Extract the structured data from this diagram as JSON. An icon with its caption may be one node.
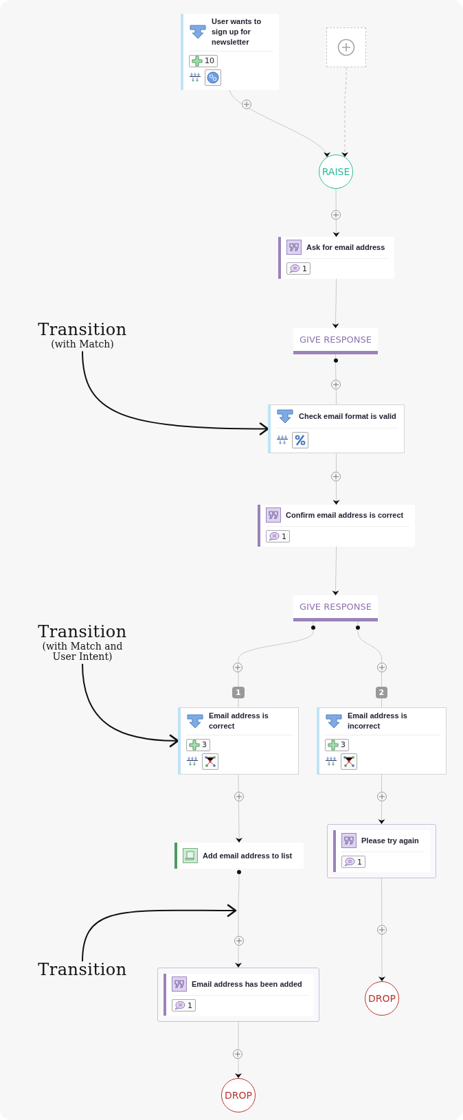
{
  "diagram": {
    "nodes": [
      {
        "text": [
          "User wants to sign up for newsletter",
          "10"
        ]
      },
      {
        "text": [],
        "shape": "box"
      },
      {
        "text": [
          "RAISE"
        ]
      },
      {
        "text": [
          "Ask for email address",
          "1"
        ]
      },
      {
        "text": [
          "GIVE RESPONSE"
        ]
      },
      {
        "text": [
          "Check email format is valid"
        ]
      },
      {
        "text": [
          "Confirm email address is correct",
          "1"
        ]
      },
      {
        "text": [
          "GIVE RESPONSE"
        ]
      },
      {
        "text": [
          "Email address is correct",
          "3"
        ],
        "beside": [
          "1"
        ]
      },
      {
        "text": [
          "Email address is incorrect",
          "3"
        ],
        "beside": [
          "2"
        ]
      },
      {
        "text": [
          "Add email address to list"
        ]
      },
      {
        "text": [
          "Please try again",
          "1"
        ]
      },
      {
        "text": [
          "Email address has been added",
          "1"
        ]
      },
      {
        "text": [
          "DROP"
        ]
      },
      {
        "text": [
          "DROP"
        ]
      },
      {
        "text": [
          "Transition",
          "(with Match)"
        ]
      },
      {
        "text": [
          "Transition",
          "(with Match and User Intent)"
        ]
      },
      {
        "text": [
          "Transition"
        ]
      }
    ],
    "edges": [
      {
        "from": 0,
        "to": 2,
        "arrow": "to"
      },
      {
        "from": 1,
        "to": 2,
        "arrow": "to",
        "style": "dashed"
      },
      {
        "from": 2,
        "to": 3,
        "arrow": "to"
      },
      {
        "from": 3,
        "to": 4,
        "arrow": "to"
      },
      {
        "from": 4,
        "to": 5,
        "arrow": "none"
      },
      {
        "from": 5,
        "to": 6,
        "arrow": "to"
      },
      {
        "from": 6,
        "to": 7,
        "arrow": "to"
      },
      {
        "from": 7,
        "to": 8,
        "arrow": "none"
      },
      {
        "from": 7,
        "to": 9,
        "arrow": "none"
      },
      {
        "from": 8,
        "to": 10,
        "arrow": "to"
      },
      {
        "from": 9,
        "to": 11,
        "arrow": "to"
      },
      {
        "from": 10,
        "to": 12,
        "arrow": "to"
      },
      {
        "from": 11,
        "to": 13,
        "arrow": "to"
      },
      {
        "from": 12,
        "to": 14,
        "arrow": "to"
      },
      {
        "from": 15,
        "to": 5,
        "arrow": "to",
        "color": "#111111"
      },
      {
        "from": 16,
        "to": 8,
        "arrow": "to",
        "color": "#111111"
      },
      {
        "from": 17,
        "to": null,
        "arrow": "to",
        "color": "#111111"
      }
    ]
  }
}
